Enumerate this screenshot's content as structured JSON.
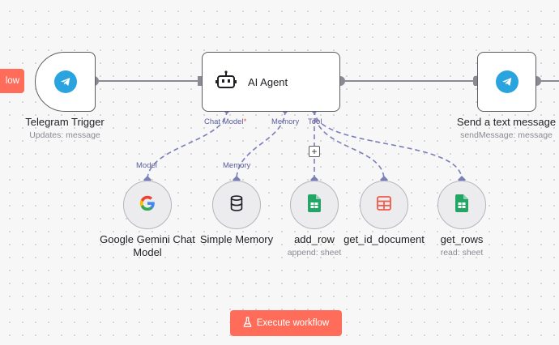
{
  "canvas": {
    "partial_button_label": "low",
    "execute_button_label": "Execute workflow"
  },
  "nodes": {
    "telegram_trigger": {
      "title": "Telegram Trigger",
      "subtitle": "Updates: message",
      "icon": "telegram-icon"
    },
    "ai_agent": {
      "title": "AI Agent",
      "icon": "robot-icon"
    },
    "send_text": {
      "title": "Send a text message",
      "subtitle": "sendMessage: message",
      "icon": "telegram-icon"
    }
  },
  "agent_ports": {
    "chat_model": "Chat Model",
    "required_mark": "*",
    "memory": "Memory",
    "tool": "Tool"
  },
  "sub_nodes": [
    {
      "title": "Google Gemini Chat Model",
      "title_line1": "Google Gemini Chat",
      "title_line2": "Model",
      "subtitle": "",
      "port_label": "Model",
      "icon": "google-icon"
    },
    {
      "title": "Simple Memory",
      "subtitle": "",
      "port_label": "Memory",
      "icon": "database-icon"
    },
    {
      "title": "add_row",
      "subtitle": "append: sheet",
      "port_label": "",
      "icon": "google-sheets-icon"
    },
    {
      "title": "get_id_document",
      "subtitle": "",
      "port_label": "",
      "icon": "table-icon"
    },
    {
      "title": "get_rows",
      "subtitle": "read: sheet",
      "port_label": "",
      "icon": "google-sheets-icon"
    }
  ],
  "colors": {
    "accent": "#ff6d5a",
    "telegram": "#2aa4de",
    "sheets_green": "#23a566",
    "table_red": "#f05a4b",
    "connector": "#7b7fb8"
  }
}
